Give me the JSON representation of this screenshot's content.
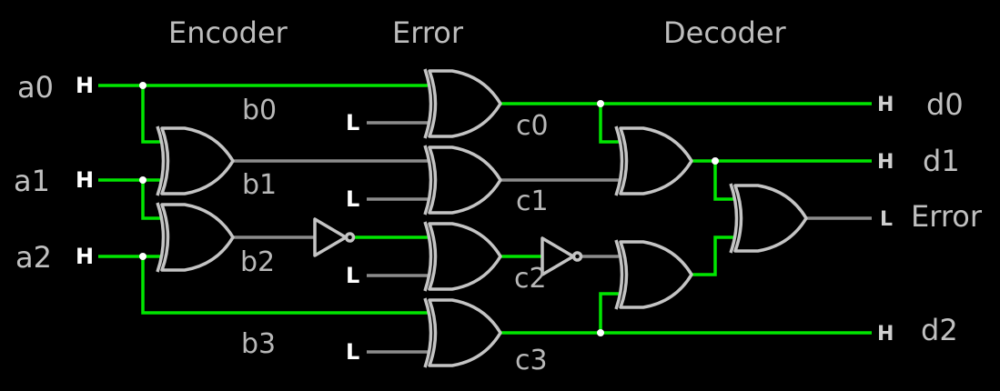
{
  "colors": {
    "background": "#000000",
    "wire_high": "#00e600",
    "wire_low": "#8c8c8c",
    "gate_stroke": "#c4c4c4",
    "junction": "#ffffff"
  },
  "sections": {
    "encoder": "Encoder",
    "error": "Error",
    "decoder": "Decoder"
  },
  "inputs": [
    {
      "name": "a0",
      "level": "H"
    },
    {
      "name": "a1",
      "level": "H"
    },
    {
      "name": "a2",
      "level": "H"
    }
  ],
  "encoded_nets": [
    {
      "name": "b0",
      "level": "H"
    },
    {
      "name": "b1",
      "level": "L"
    },
    {
      "name": "b2",
      "level": "L"
    },
    {
      "name": "b3",
      "level": "H"
    }
  ],
  "error_inputs": [
    {
      "level": "L"
    },
    {
      "level": "L"
    },
    {
      "level": "L"
    },
    {
      "level": "L"
    }
  ],
  "channel_nets": [
    {
      "name": "c0",
      "level": "H"
    },
    {
      "name": "c1",
      "level": "L"
    },
    {
      "name": "c2",
      "level": "H"
    },
    {
      "name": "c3",
      "level": "H"
    }
  ],
  "outputs": [
    {
      "name": "d0",
      "level": "H"
    },
    {
      "name": "d1",
      "level": "H"
    },
    {
      "name": "Error",
      "level": "L"
    },
    {
      "name": "d2",
      "level": "H"
    }
  ],
  "gates": {
    "encoder_xor_count": 2,
    "inverter_count": 2,
    "error_xor_count": 4,
    "decoder_xor_count": 2,
    "decoder_or_count": 1
  }
}
